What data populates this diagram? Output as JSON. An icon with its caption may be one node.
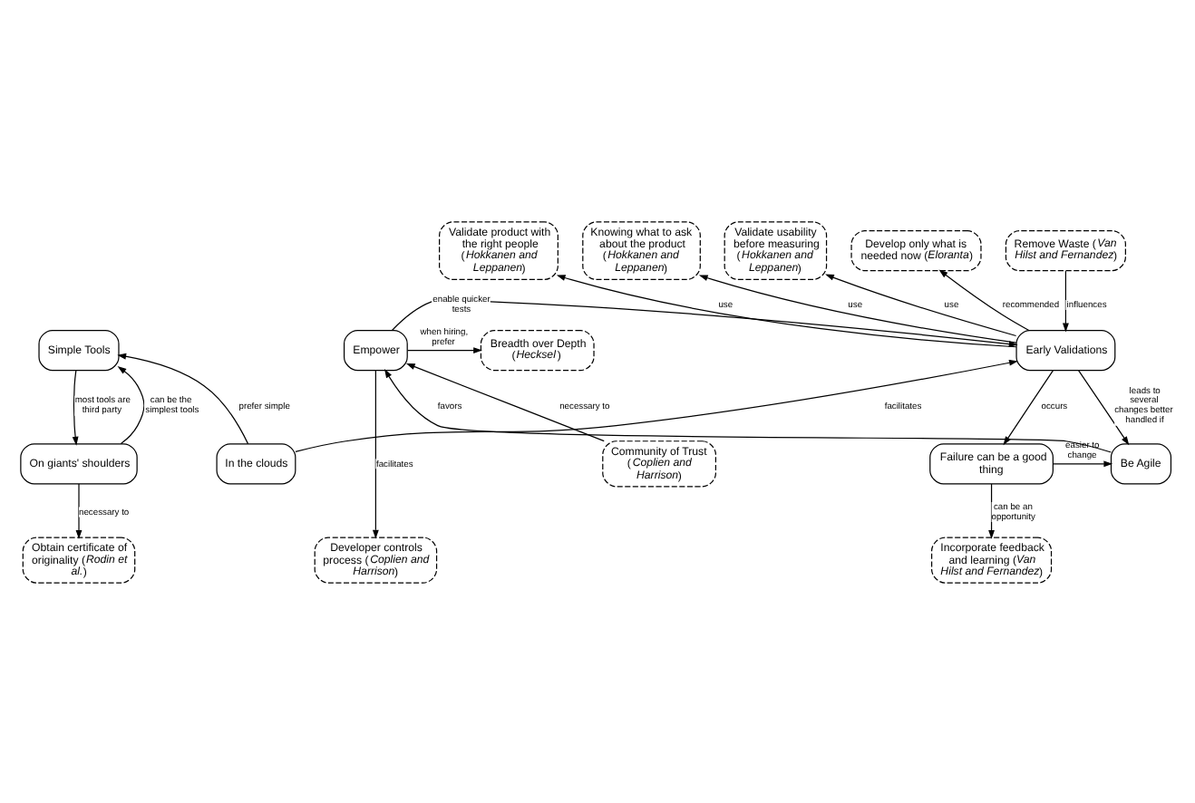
{
  "diagram": {
    "nodes": [
      {
        "text": [
          "Validate product with the right people (*Hokkanen and Leppanen*)"
        ]
      },
      {
        "text": [
          "Knowing what to ask about the product (*Hokkanen and Leppanen*)"
        ]
      },
      {
        "text": [
          "Validate usability before measuring (*Hokkanen and Leppanen*)"
        ]
      },
      {
        "text": [
          "Develop only what is needed now (*Eloranta*)"
        ]
      },
      {
        "text": [
          "Remove Waste (*Van Hilst and Fernandez*)"
        ]
      },
      {
        "text": [
          "Simple Tools"
        ]
      },
      {
        "text": [
          "Early Validations"
        ]
      },
      {
        "text": [
          "Empower"
        ]
      },
      {
        "text": [
          "Breadth over Depth (*Hecksel*)"
        ]
      },
      {
        "text": [
          "Community of Trust (*Coplien and Harrison*)"
        ]
      },
      {
        "text": [
          "Developer controls process (*Coplien and Harrison*)"
        ]
      },
      {
        "text": [
          "On giants' shoulders"
        ]
      },
      {
        "text": [
          "In the clouds"
        ]
      },
      {
        "text": [
          "Failure can be a good thing"
        ]
      },
      {
        "text": [
          "Be Agile"
        ]
      },
      {
        "text": [
          "Obtain certificate of originality (*Rodin et al.*)"
        ]
      },
      {
        "text": [
          "Incorporate feedback and learning (*Van Hilst and Fernandez*)"
        ]
      }
    ],
    "edges": [
      {
        "from": 4,
        "to": 6,
        "arrow": "to",
        "label": "influences"
      },
      {
        "from": 6,
        "to": 0,
        "arrow": "to",
        "label": "use"
      },
      {
        "from": 6,
        "to": 1,
        "arrow": "to",
        "label": "use"
      },
      {
        "from": 6,
        "to": 2,
        "arrow": "to",
        "label": "use"
      },
      {
        "from": 6,
        "to": 3,
        "arrow": "to",
        "label": "recommended"
      },
      {
        "from": 7,
        "to": 6,
        "arrow": "to",
        "label": "enable quicker tests"
      },
      {
        "from": 7,
        "to": 8,
        "arrow": "to",
        "label": "when hiring, prefer"
      },
      {
        "from": 9,
        "to": 7,
        "arrow": "to",
        "label": "necessary to"
      },
      {
        "from": 6,
        "to": 14,
        "arrow": "to",
        "label": "leads to several changes better handled if"
      },
      {
        "from": 14,
        "to": 7,
        "arrow": "to",
        "label": "favors"
      },
      {
        "from": 7,
        "to": 10,
        "arrow": "to",
        "label": "facilitates"
      },
      {
        "from": 11,
        "to": 5,
        "arrow": "to",
        "label": "can be the simplest tools"
      },
      {
        "from": 5,
        "to": 11,
        "arrow": "to",
        "label": "most tools are third party"
      },
      {
        "from": 12,
        "to": 5,
        "arrow": "to",
        "label": "prefer simple"
      },
      {
        "from": 12,
        "to": 6,
        "arrow": "to",
        "label": "facilitates"
      },
      {
        "from": 6,
        "to": 13,
        "arrow": "to",
        "label": "occurs"
      },
      {
        "from": 13,
        "to": 14,
        "arrow": "to",
        "label": "easier to change"
      },
      {
        "from": 11,
        "to": 15,
        "arrow": "to",
        "label": "necessary to"
      },
      {
        "from": 13,
        "to": 16,
        "arrow": "to",
        "label": "can be an opportunity"
      }
    ]
  }
}
